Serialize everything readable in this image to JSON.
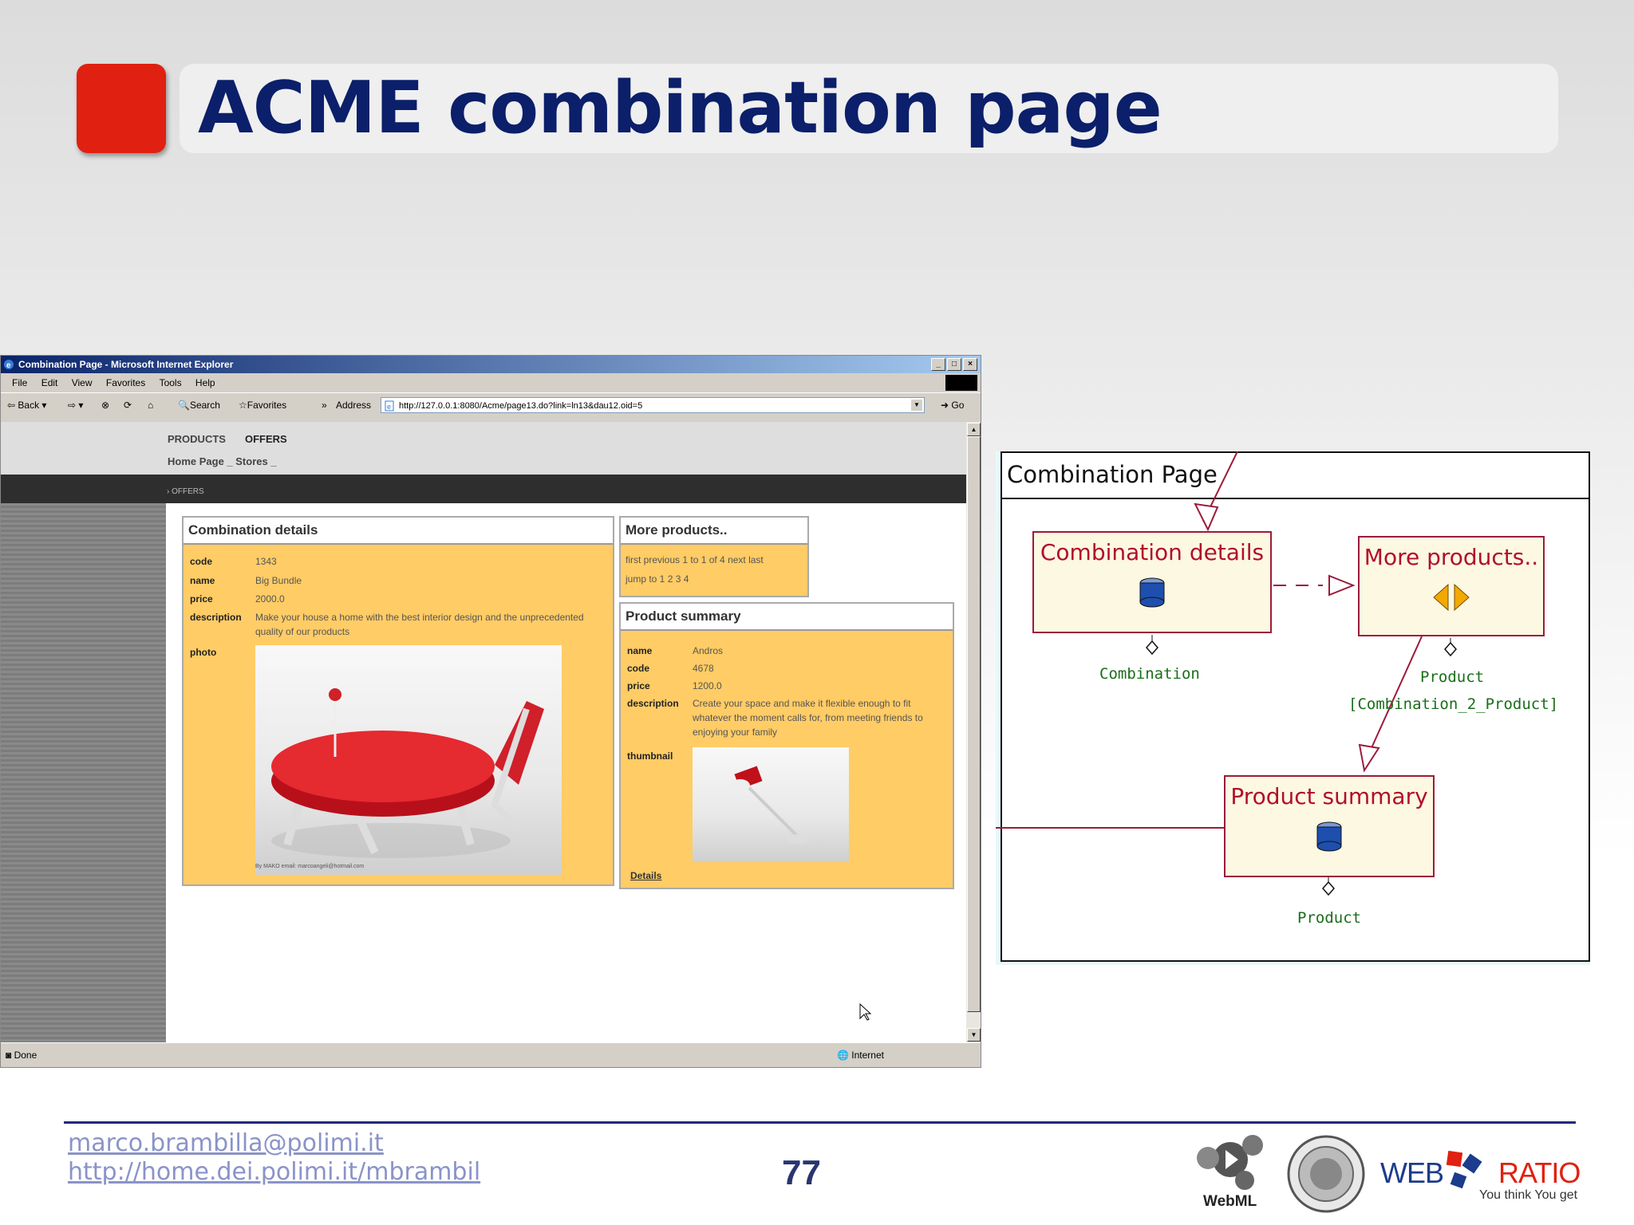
{
  "slide": {
    "title": "ACME combination page",
    "page_number": "77"
  },
  "footer": {
    "email": "marco.brambilla@polimi.it",
    "url": "http://home.dei.polimi.it/mbrambil",
    "logos": {
      "webml": "WebML",
      "webratio_web": "WEB",
      "webratio_ratio": "RATIO",
      "webratio_tagline": "You think You get"
    }
  },
  "browser": {
    "window_title": "Combination Page - Microsoft Internet Explorer",
    "menu": [
      "File",
      "Edit",
      "View",
      "Favorites",
      "Tools",
      "Help"
    ],
    "toolbar": {
      "back": "Back",
      "search": "Search",
      "favorites": "Favorites",
      "address_label": "Address",
      "address_value": "http://127.0.0.1:8080/Acme/page13.do?link=ln13&dau12.oid=5",
      "go": "Go"
    },
    "site_nav": {
      "products": "PRODUCTS",
      "offers": "OFFERS",
      "breadcrumb": "Home Page _ Stores _",
      "section": "› OFFERS"
    },
    "status": {
      "left": "Done",
      "zone": "Internet"
    },
    "combination_details": {
      "title": "Combination details",
      "fields": [
        {
          "label": "code",
          "value": "1343"
        },
        {
          "label": "name",
          "value": "Big Bundle"
        },
        {
          "label": "price",
          "value": "2000.0"
        },
        {
          "label": "description",
          "value": "Make your house a home with the best interior design and the unprecedented quality of our products"
        },
        {
          "label": "photo",
          "value": ""
        }
      ],
      "photo_caption": "By MAKO email: marcoangeli@hotmail.com"
    },
    "more_products": {
      "title": "More products..",
      "nav": "first previous 1 to 1 of 4 next last",
      "jump": "jump to 1 2 3 4"
    },
    "product_summary": {
      "title": "Product summary",
      "fields": [
        {
          "label": "name",
          "value": "Andros"
        },
        {
          "label": "code",
          "value": "4678"
        },
        {
          "label": "price",
          "value": "1200.0"
        },
        {
          "label": "description",
          "value": "Create your space and make it flexible enough to fit whatever the moment calls for, from meeting friends to enjoying your family"
        },
        {
          "label": "thumbnail",
          "value": ""
        }
      ],
      "details_link": "Details"
    }
  },
  "diagram": {
    "page_title": "Combination Page",
    "units": {
      "combination_details": "Combination details",
      "more_products": "More products..",
      "product_summary": "Product summary"
    },
    "labels": {
      "combination": "Combination",
      "product_more": "Product",
      "selector": "[Combination_2_Product]",
      "product_summary": "Product"
    },
    "colors": {
      "unit_border": "#9b1b3a",
      "unit_fill": "#fdf8e2",
      "label": "#1a6e1a"
    }
  }
}
